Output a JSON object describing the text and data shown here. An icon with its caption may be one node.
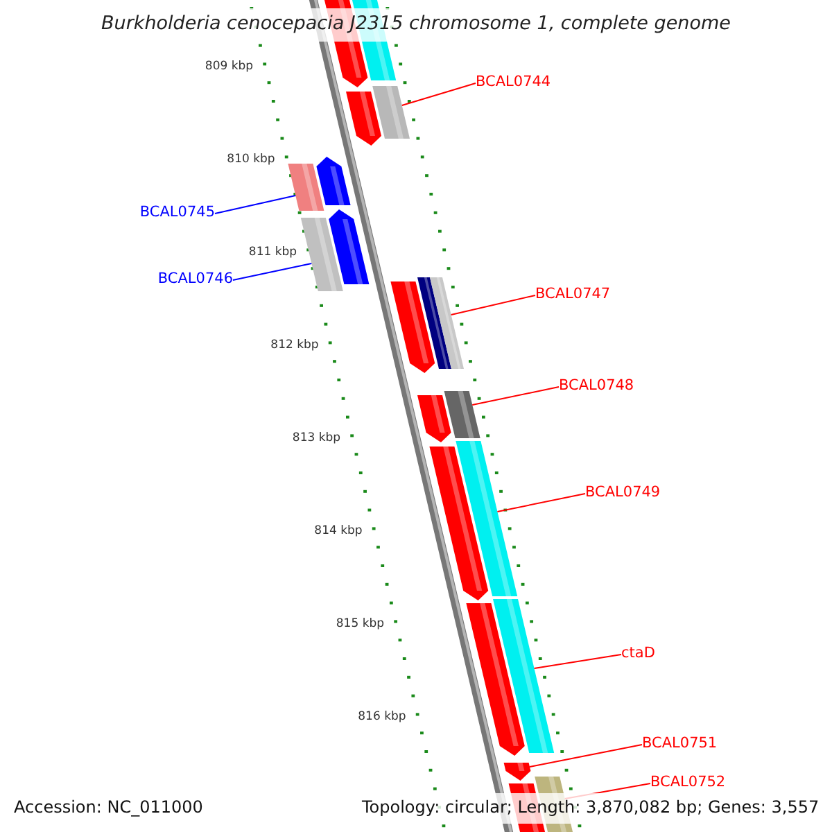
{
  "diagram": {
    "title": "Burkholderia cenocepacia J2315 chromosome 1, complete genome",
    "nodes": [
      {
        "text": [
          "BCAL0744"
        ]
      },
      {
        "text": [],
        "shape": "bar"
      },
      {
        "text": [
          "BCAL0745"
        ]
      },
      {
        "text": [],
        "shape": "bar"
      },
      {
        "text": [
          "BCAL0746"
        ]
      },
      {
        "text": [],
        "shape": "bar"
      },
      {
        "text": [
          "BCAL0747"
        ]
      },
      {
        "text": [],
        "shape": "bar"
      },
      {
        "text": [
          "BCAL0748"
        ]
      },
      {
        "text": [],
        "shape": "bar"
      },
      {
        "text": [
          "BCAL0749"
        ]
      },
      {
        "text": [],
        "shape": "bar"
      },
      {
        "text": [
          "ctaD"
        ]
      },
      {
        "text": [],
        "shape": "bar"
      },
      {
        "text": [
          "BCAL0751"
        ]
      },
      {
        "text": [],
        "shape": "bar"
      },
      {
        "text": [
          "BCAL0752"
        ]
      },
      {
        "text": [],
        "shape": "bar"
      }
    ],
    "edges": [
      {
        "from": 0,
        "to": 1,
        "arrow": "none"
      },
      {
        "from": 2,
        "to": 3,
        "arrow": "none",
        "color": "#0000ff"
      },
      {
        "from": 4,
        "to": 5,
        "arrow": "none",
        "color": "#0000ff"
      },
      {
        "from": 6,
        "to": 7,
        "arrow": "none"
      },
      {
        "from": 8,
        "to": 9,
        "arrow": "none"
      },
      {
        "from": 10,
        "to": 11,
        "arrow": "none"
      },
      {
        "from": 12,
        "to": 13,
        "arrow": "none"
      },
      {
        "from": 14,
        "to": 15,
        "arrow": "none"
      },
      {
        "from": 16,
        "to": 17,
        "arrow": "none"
      }
    ],
    "labels": [
      "809 kbp",
      "810 kbp",
      "811 kbp",
      "812 kbp",
      "813 kbp",
      "814 kbp",
      "815 kbp",
      "816 kbp",
      "Accession: NC_011000",
      "Topology: circular; Length: 3,870,082 bp; Genes: 3,557"
    ]
  }
}
